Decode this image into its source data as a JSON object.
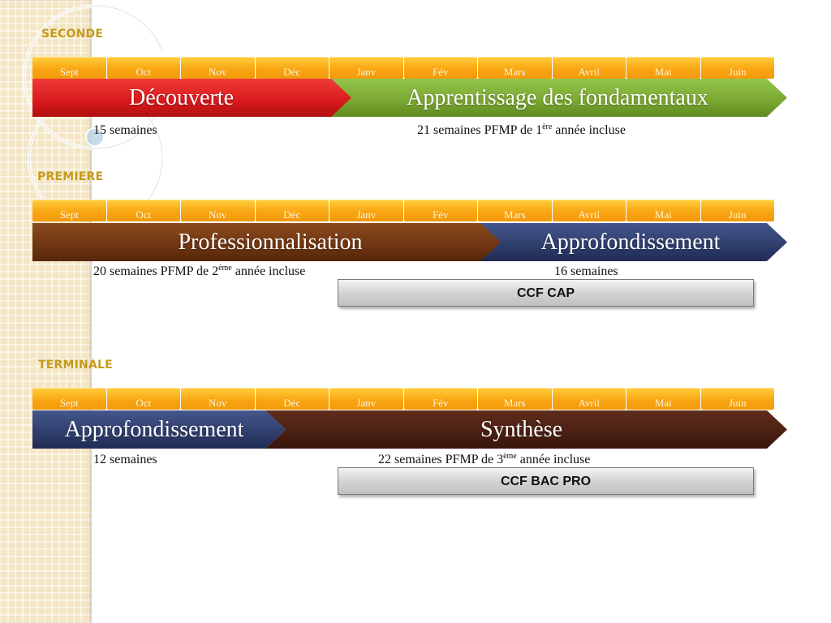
{
  "months": [
    "Sept",
    "Oct",
    "Nov",
    "Déc",
    "Janv",
    "Fév",
    "Mars",
    "Avril",
    "Mai",
    "Juin"
  ],
  "seconde": {
    "label": "SECONDE",
    "phase1": "Découverte",
    "phase2": "Apprentissage des fondamentaux",
    "note1": "15 semaines",
    "note2_pre": "21 semaines PFMP de 1",
    "note2_sup": "ère",
    "note2_post": " année incluse"
  },
  "premiere": {
    "label": "PREMIERE",
    "phase1": "Professionnalisation",
    "phase2": "Approfondissement",
    "note1_pre": "20 semaines PFMP de 2",
    "note1_sup": "ème",
    "note1_post": " année incluse",
    "note2": "16 semaines",
    "ccf": "CCF CAP"
  },
  "terminale": {
    "label": "TERMINALE",
    "phase1": "Approfondissement",
    "phase2": "Synthèse",
    "note1": "12 semaines",
    "note2_pre": "22 semaines PFMP de 3",
    "note2_sup": "ème",
    "note2_post": " année incluse",
    "ccf": "CCF BAC PRO"
  },
  "colors": {
    "month": "#f9a613",
    "decouverte": "#d8191c",
    "apprentissage": "#7aa632",
    "professionnalisation": "#6e3511",
    "approfondissement": "#2e3d6b",
    "synthese": "#4a2014",
    "label": "#c49a1a"
  }
}
